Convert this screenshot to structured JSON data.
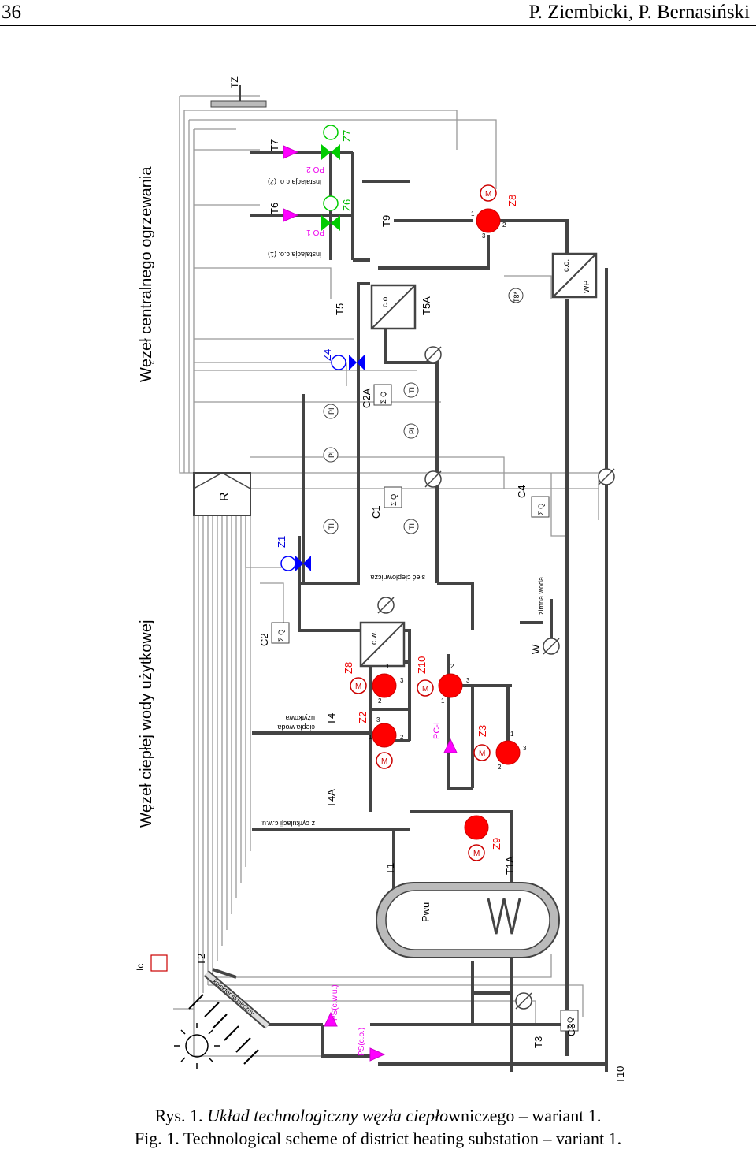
{
  "header": {
    "page_number": "36",
    "authors": "P. Ziembicki, P. Bernasiński"
  },
  "caption": {
    "pl_label": "Rys. 1.",
    "pl_text": "Układ technologiczny węzła ciepło",
    "pl_rest": "wniczego – wariant 1.",
    "en": "Fig. 1. Technological scheme of district heating substation – variant 1."
  },
  "diagram": {
    "section_labels": {
      "co_node": "Węzeł centralnego ogrzewania",
      "cwu_node": "Węzeł ciepłej wody użytkowej"
    },
    "pipe_labels": {
      "inst_co1": "instalacja c.o. (1)",
      "inst_co2": "instalacja c.o. (2)",
      "cwu_out": "ciepła woda",
      "cwu_out2": "użytkowa",
      "circ": "z cyrkulacji c.w.u.",
      "network": "sieć ciepłownicza",
      "cold": "zimna woda",
      "collector": "kolektor słoneczny"
    },
    "hx_labels": {
      "co": "c.o.",
      "cw": "c.w.",
      "wp": "c.o.",
      "wp2": "WP"
    },
    "tags": {
      "TZ": "TZ",
      "T7": "T7",
      "T6": "T6",
      "T9": "T9",
      "T5": "T5",
      "T5A": "T5A",
      "T8": "T8*",
      "Z8a": "Z8",
      "Z8b": "Z8",
      "Z7": "Z7",
      "Z6": "Z6",
      "Z4": "Z4",
      "Z1": "Z1",
      "Z2": "Z2",
      "Z3": "Z3",
      "Z9": "Z9",
      "Z10": "Z10",
      "C2A": "C2A",
      "C1": "C1",
      "C2": "C2",
      "C3": "C3",
      "C4": "C4",
      "T4": "T4",
      "T4A": "T4A",
      "T1": "T1",
      "T1A": "T1A",
      "T2": "T2",
      "T3": "T3",
      "T10": "T10",
      "W": "W",
      "R": "R",
      "Pwu": "Pwu",
      "Ic": "Ic",
      "PO1": "PO 1",
      "PO2": "PO 2",
      "PCL": "PC-L",
      "PScwu": "PS(c.w.u.)",
      "PSco": "PS(c.o.)"
    },
    "instr": {
      "PI": "PI",
      "TI": "TI",
      "SQ": "Σ Q",
      "M": "M"
    },
    "ports": {
      "p1": "1",
      "p2": "2",
      "p3": "3"
    },
    "colors": {
      "pipe": "#444444",
      "thin": "#888888",
      "red_valve": "#ff0000",
      "green_valve": "#00cc00",
      "blue_valve": "#0000ff",
      "pump": "#ff00ff",
      "green_text": "#00bb00",
      "red_text": "#ee0000",
      "blue_text": "#0000dd",
      "pump_text": "#ee00ee"
    }
  }
}
